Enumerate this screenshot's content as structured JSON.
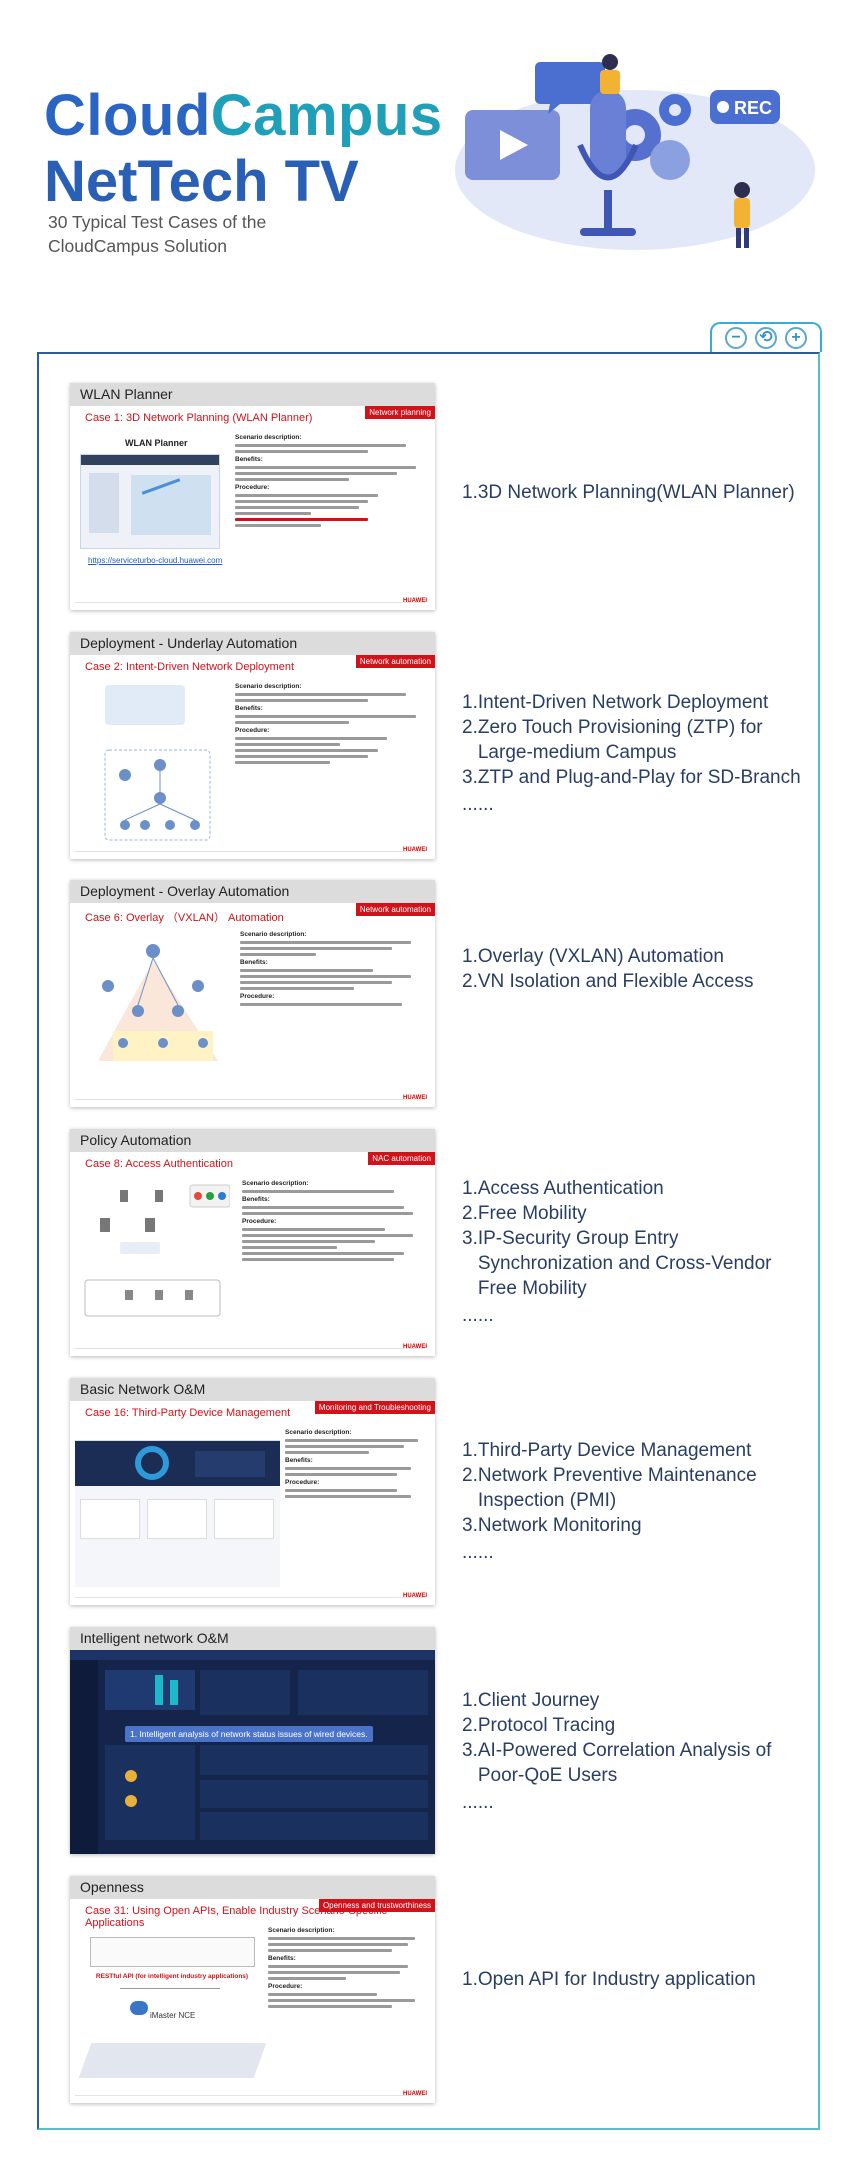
{
  "banner": {
    "title_a": "Cloud",
    "title_b": "Campus",
    "title_line2": "NetTech TV",
    "subtitle": "30 Typical Test Cases of the CloudCampus Solution",
    "rec_label": "REC"
  },
  "colors": {
    "brand_blue": "#2a65c4",
    "teal": "#1fa0b8",
    "red": "#d0121b",
    "frame": "#2b5aa8"
  },
  "zoom": {
    "out": "−",
    "reset": "⟲",
    "in": "+"
  },
  "sections": [
    {
      "header": "WLAN Planner",
      "case_title": "Case 1: 3D Network Planning (WLAN Planner)",
      "tag": "Network planning",
      "shot_title": "WLAN Planner",
      "link": "https://serviceturbo-cloud.huawei.com",
      "items": [
        {
          "num": "1. ",
          "text": "3D Network Planning(WLAN Planner)"
        }
      ],
      "more": ""
    },
    {
      "header": "Deployment - Underlay Automation",
      "case_title": "Case 2: Intent-Driven Network Deployment",
      "tag": "Network automation",
      "items": [
        {
          "num": "1. ",
          "text": "Intent-Driven Network Deployment"
        },
        {
          "num": "2. ",
          "text": "Zero Touch Provisioning (ZTP) for Large-medium Campus"
        },
        {
          "num": "3. ",
          "text": "ZTP and Plug-and-Play for SD-Branch"
        }
      ],
      "more": "......"
    },
    {
      "header": "Deployment - Overlay Automation",
      "case_title": "Case 6: Overlay （VXLAN） Automation",
      "tag": "Network automation",
      "items": [
        {
          "num": "1. ",
          "text": "Overlay (VXLAN) Automation"
        },
        {
          "num": "2. ",
          "text": "VN Isolation and Flexible Access"
        }
      ],
      "more": ""
    },
    {
      "header": "Policy Automation",
      "case_title": "Case 8: Access Authentication",
      "tag": "NAC automation",
      "items": [
        {
          "num": "1. ",
          "text": "Access Authentication"
        },
        {
          "num": "2. ",
          "text": "Free Mobility"
        },
        {
          "num": "3. ",
          "text": "IP-Security Group Entry Synchronization and Cross-Vendor Free Mobility"
        }
      ],
      "more": "......"
    },
    {
      "header": "Basic Network O&M",
      "case_title": "Case 16: Third-Party Device Management",
      "tag": "Monitoring and Troubleshooting",
      "items": [
        {
          "num": "1.",
          "text": "Third-Party Device Management"
        },
        {
          "num": "2. ",
          "text": "Network Preventive Maintenance Inspection (PMI)"
        },
        {
          "num": "3. ",
          "text": "Network Monitoring"
        }
      ],
      "more": "......"
    },
    {
      "header": "Intelligent network O&M",
      "case_title": "",
      "tag": "",
      "overlay_label": "1. Intelligent analysis of network status issues of wired devices.",
      "items": [
        {
          "num": "1. ",
          "text": "Client Journey"
        },
        {
          "num": "2. ",
          "text": "Protocol Tracing"
        },
        {
          "num": "3. ",
          "text": "AI-Powered Correlation Analysis of Poor-QoE Users"
        }
      ],
      "more": "......"
    },
    {
      "header": "Openness",
      "case_title": "Case 31: Using Open APIs, Enable Industry Scenario-Specific Applications",
      "tag": "Openness and trustworthiness",
      "api_label": "RESTful API (for intelligent industry applications)",
      "nce_label": "iMaster NCE",
      "items": [
        {
          "num": "1. ",
          "text": "Open API for Industry application"
        }
      ],
      "more": ""
    }
  ],
  "slide_common": {
    "scenario": "Scenario description:",
    "benefits": "Benefits:",
    "procedure": "Procedure:",
    "vendor": "HUAWEI"
  }
}
